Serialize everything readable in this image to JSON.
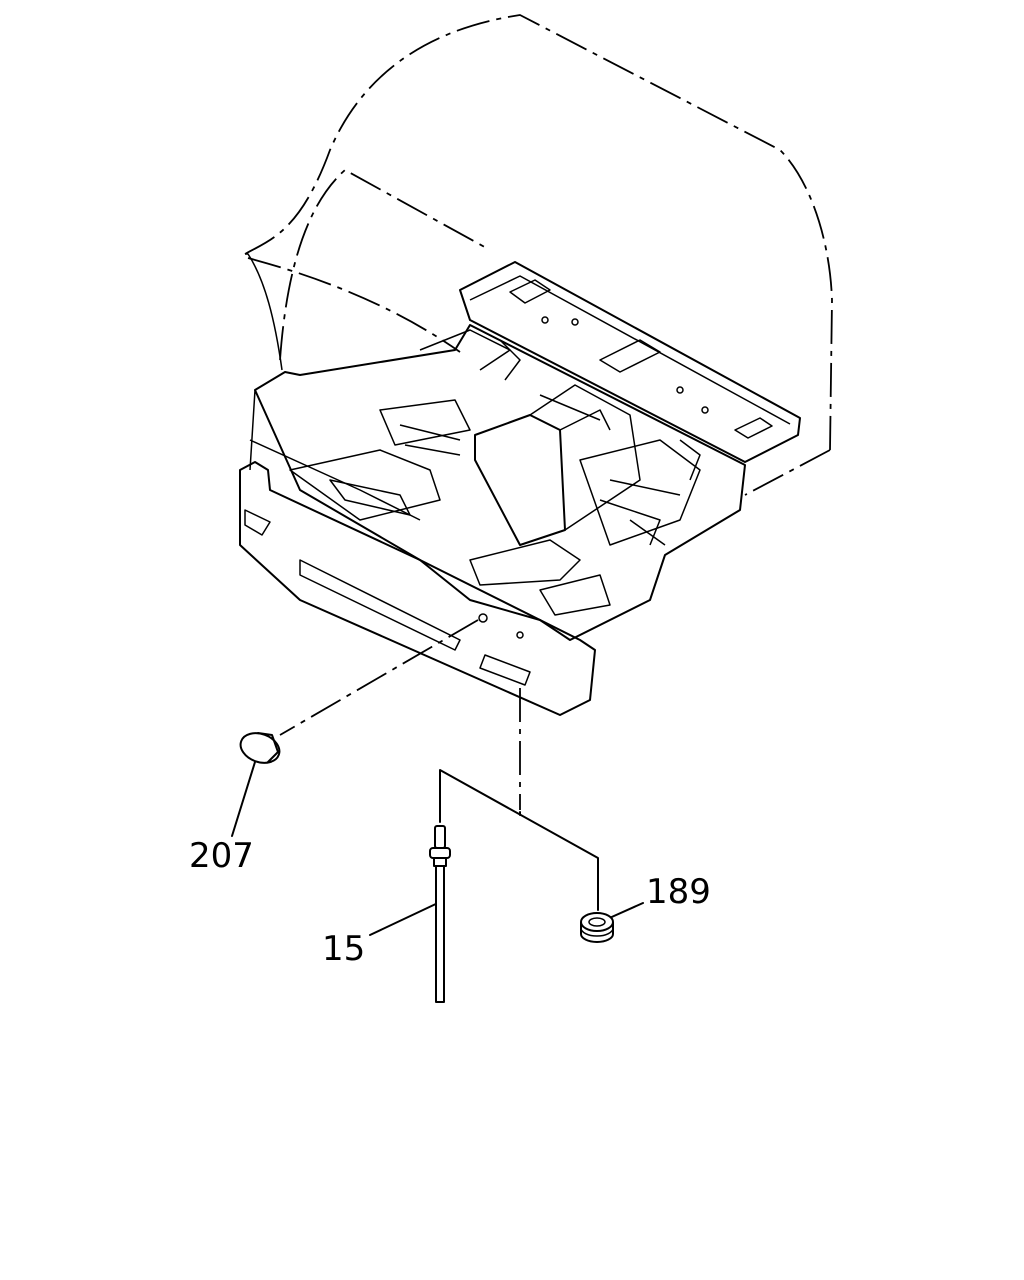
{
  "callouts": {
    "plug": "207",
    "rod": "15",
    "bushing": "189"
  }
}
